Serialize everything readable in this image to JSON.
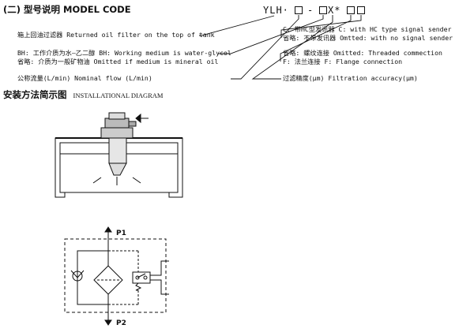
{
  "model_code": {
    "title": "(二) 型号说明  MODEL CODE",
    "code_text": "YLH·□-□X*□□",
    "code_parts": [
      "YLH·",
      "-",
      "X*"
    ],
    "left_labels": [
      "箱上回油过滤器  Returned oil filter on the top of tank",
      "BH: 工作介质为水—乙二醇  BH: Working medium is water-glycol",
      "省略: 介质为一般矿物油  Omitted if medium is mineral oil",
      "公称流量(L/min)  Nominal flow (L/min)"
    ],
    "right_labels": [
      "C: 带HC型发讯器  C: with HC type signal sender",
      "省略: 不带发讯器  Omtted: with no signal sender",
      "省略: 螺纹连接  Omitted: Threaded commection",
      "F: 法兰连接  F: Flange connection",
      "过滤精度(μm)  Filtration accuracy(μm)"
    ]
  },
  "installation": {
    "title": "安装方法简示图",
    "title_en": "INSTALLATIONAL DIAGRAM"
  },
  "schematic": {
    "port_in": "P1",
    "port_out": "P2"
  }
}
